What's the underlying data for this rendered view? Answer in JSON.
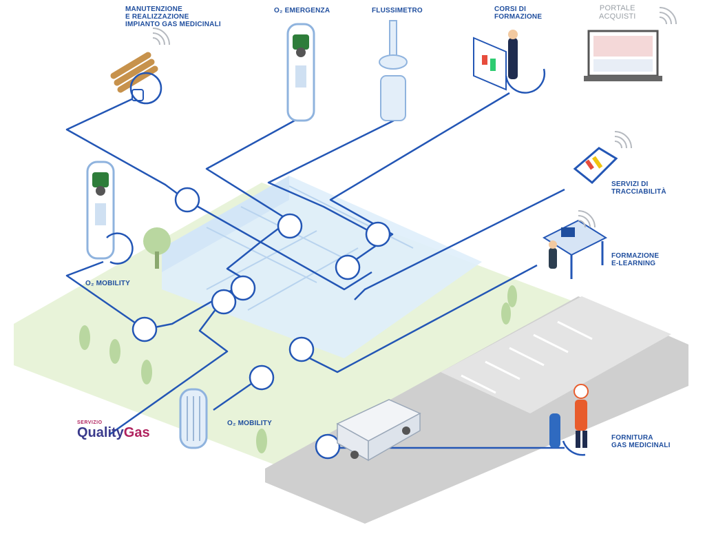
{
  "services": {
    "manutenzione": [
      "MANUTENZIONE",
      "E REALIZZAZIONE",
      "IMPIANTO GAS MEDICINALI"
    ],
    "o2_emergenza": [
      "O₂ EMERGENZA"
    ],
    "flussimetro": [
      "FLUSSIMETRO"
    ],
    "corsi": [
      "CORSI DI",
      "FORMAZIONE"
    ],
    "portale": [
      "PORTALE",
      "ACQUISTI"
    ],
    "tracciabilita": [
      "SERVIZI DI",
      "TRACCIABILITÀ"
    ],
    "elearning": [
      "FORMAZIONE",
      "E-LEARNING"
    ],
    "mobility_left": [
      "O₂ MOBILITY"
    ],
    "mobility_bottom": [
      "O₂ MOBILITY"
    ],
    "fornitura": [
      "FORNITURA",
      "GAS MEDICINALI"
    ]
  },
  "brand": {
    "prefix": "SERVIZIO",
    "part1": "Quality",
    "part2": "Gas"
  },
  "colors": {
    "line": "#2356b5",
    "label": "#1f4e9e",
    "accent": "#b0235f",
    "ground": "#e8f3d9",
    "road": "#c9c9c9",
    "floor": "#dfeefb"
  }
}
